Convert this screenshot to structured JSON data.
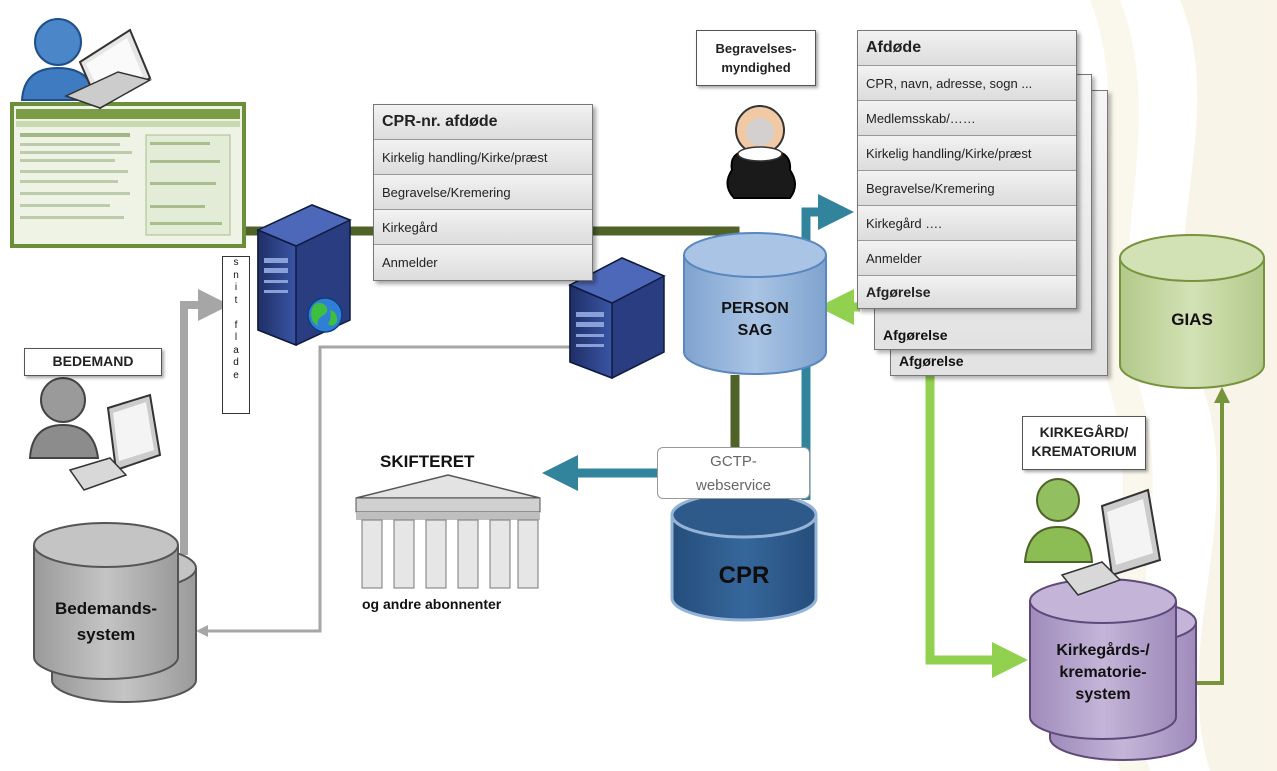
{
  "cpr_table": {
    "rows": [
      "CPR-nr. afdøde",
      "Kirkelig handling/Kirke/præst",
      "Begravelse/Kremering",
      "Kirkegård",
      "Anmelder"
    ]
  },
  "afdode_table": {
    "rows": [
      "Afdøde",
      "CPR, navn, adresse, sogn ...",
      "Medlemsskab/……",
      "Kirkelig handling/Kirke/præst",
      "Begravelse/Kremering",
      "Kirkegård ….",
      "Anmelder",
      "Afgørelse"
    ],
    "stack_labels": [
      "Afgørelse",
      "Afgørelse"
    ]
  },
  "labels": {
    "begravelses": "Begravelses-\nmyndighed",
    "bedemand": "BEDEMAND",
    "kirkegaard": "KIRKEGÅRD/\nKREMATORIUM",
    "skifteret": "SKIFTERET",
    "andre": "og andre abonnenter",
    "gctp": "GCTP-\nwebservice",
    "snit": [
      "s",
      "n",
      "i",
      "t",
      "",
      "f",
      "l",
      "a",
      "d",
      "e"
    ]
  },
  "cylinders": {
    "person": "PERSON\nSAG",
    "cpr": "CPR",
    "gias": "GIAS",
    "bedemands": "Bedemands-\nsystem",
    "kirkegaards": "Kirkegårds-/\nkrematorie-\nsystem"
  },
  "colors": {
    "dark_green": "#4f6228",
    "teal": "#31849b",
    "light_green": "#92d050",
    "gray": "#a6a6a6",
    "person_blue": "#95b3d7",
    "cpr_blue": "#2e5a8a",
    "gias_green": "#c3d69b",
    "purple": "#b3a2c7"
  }
}
